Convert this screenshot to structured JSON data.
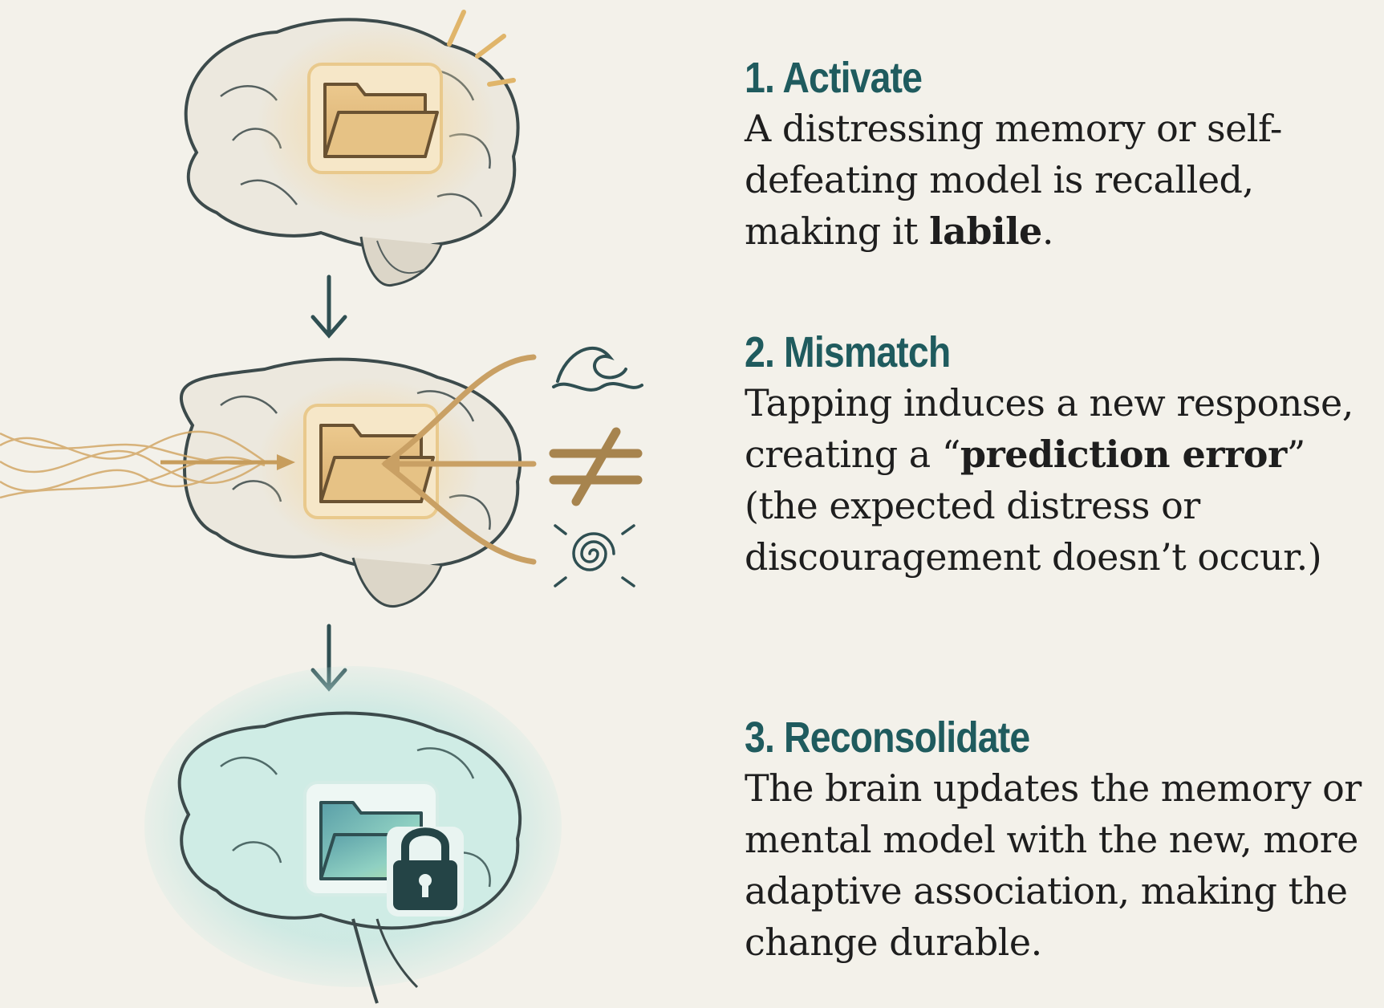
{
  "steps": [
    {
      "title": "1. Activate",
      "text_before": "A distressing memory or self-defeating model is recalled, making it ",
      "bold": "labile",
      "text_after": "."
    },
    {
      "title": "2. Mismatch",
      "text_before": "Tapping induces a new response, creating a “",
      "bold": "prediction error",
      "text_after": "” (the expected distress or discouragement doesn’t occur.)"
    },
    {
      "title": "3. Reconsolidate",
      "text": "The brain updates the memory or mental model with the new, more adaptive association, making the change durable."
    }
  ],
  "icons": [
    "brain-icon",
    "folder-icon",
    "wave-icon",
    "not-equal-icon",
    "spiral-icon",
    "lock-icon",
    "down-arrow-icon"
  ],
  "colors": {
    "background": "#f3f1ea",
    "heading": "#1f5b5e",
    "body_text": "#1e1e1e",
    "folder_gold": "#d9b27a",
    "glow_gold": "#f3d9a6",
    "glow_teal": "#bfe6e0",
    "arrow": "#2f4f52"
  }
}
